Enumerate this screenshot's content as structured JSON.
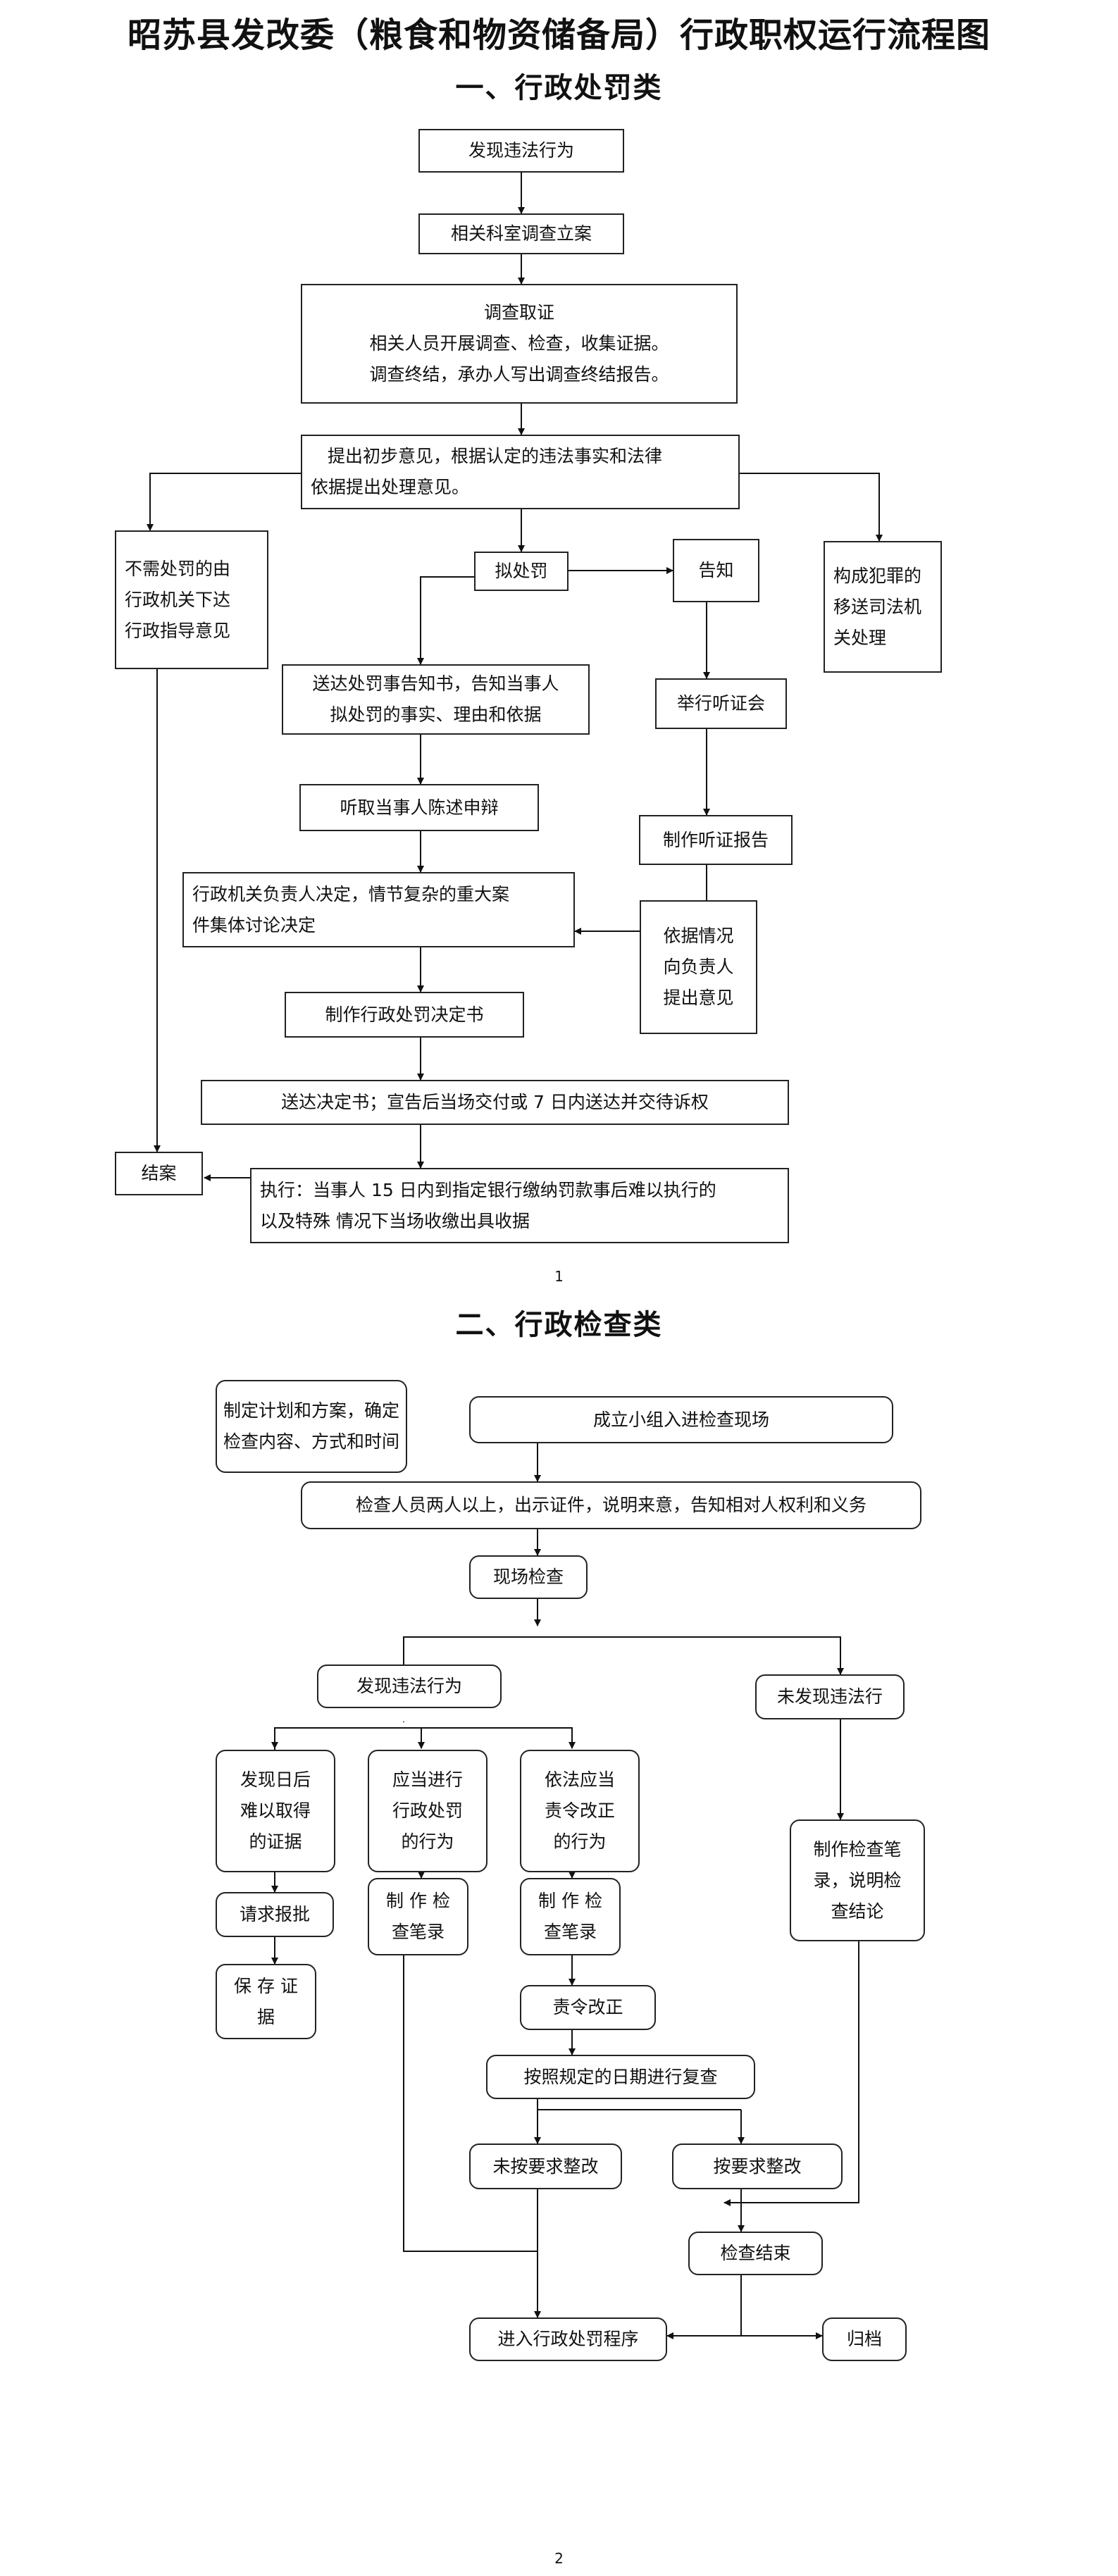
{
  "doc": {
    "title": "昭苏县发改委（粮食和物资储备局）行政职权运行流程图",
    "page1": "1",
    "page2": "2"
  },
  "s1": {
    "heading": "一、行政处罚类",
    "discover": "发现违法行为",
    "register": "相关科室调查立案",
    "investigate": [
      "调查取证",
      "相关人员开展调查、检查，收集证据。",
      "调查终结，承办人写出调查终结报告。"
    ],
    "opinion": [
      "提出初步意见，根据认定的违法事实和法律",
      "依据提出处理意见。"
    ],
    "no_penalty": [
      "不需处罚的由",
      "行政机关下达",
      "行政指导意见"
    ],
    "crime": [
      "构成犯罪的",
      "移送司法机",
      "关处理"
    ],
    "propose": "拟处罚",
    "inform": "告知",
    "notice": [
      "送达处罚事告知书，告知当事人",
      "拟处罚的事实、理由和依据"
    ],
    "hearing": "举行听证会",
    "statement": "听取当事人陈述申辩",
    "hearing_report": "制作听证报告",
    "decide": [
      "行政机关负责人决定，情节复杂的重大案",
      "件集体讨论决定"
    ],
    "report_up": [
      "依据情况",
      "向负责人",
      "提出意见"
    ],
    "decision_doc": "制作行政处罚决定书",
    "deliver": "送达决定书；宣告后当场交付或 7 日内送达并交待诉权",
    "close": "结案",
    "execute": [
      "执行：当事人 15 日内到指定银行缴纳罚款事后难以执行的",
      "以及特殊 情况下当场收缴出具收据"
    ]
  },
  "s2": {
    "heading": "二、行政检查类",
    "plan": [
      "制定计划和方案，确定",
      "检查内容、方式和时间"
    ],
    "team": "成立小组入进检查现场",
    "inspectors": "检查人员两人以上，出示证件，说明来意，告知相对人权利和义务",
    "onsite": "现场检查",
    "found": "发现违法行为",
    "not_found": "未发现违法行",
    "hard_evidence": [
      "发现日后",
      "难以取得",
      "的证据"
    ],
    "should_penalize": [
      "应当进行",
      "行政处罚",
      "的行为"
    ],
    "should_correct": [
      "依法应当",
      "责令改正",
      "的行为"
    ],
    "record_clean": [
      "制作检查笔",
      "录，说明检",
      "查结论"
    ],
    "request": "请求报批",
    "preserve": [
      "保 存 证",
      "据"
    ],
    "record_a": [
      "制 作 检",
      "查笔录"
    ],
    "record_b": [
      "制 作 检",
      "查笔录"
    ],
    "order": "责令改正",
    "recheck": "按照规定的日期进行复查",
    "not_fixed": "未按要求整改",
    "fixed": "按要求整改",
    "end": "检查结束",
    "penalty_proc": "进入行政处罚程序",
    "archive": "归档"
  }
}
